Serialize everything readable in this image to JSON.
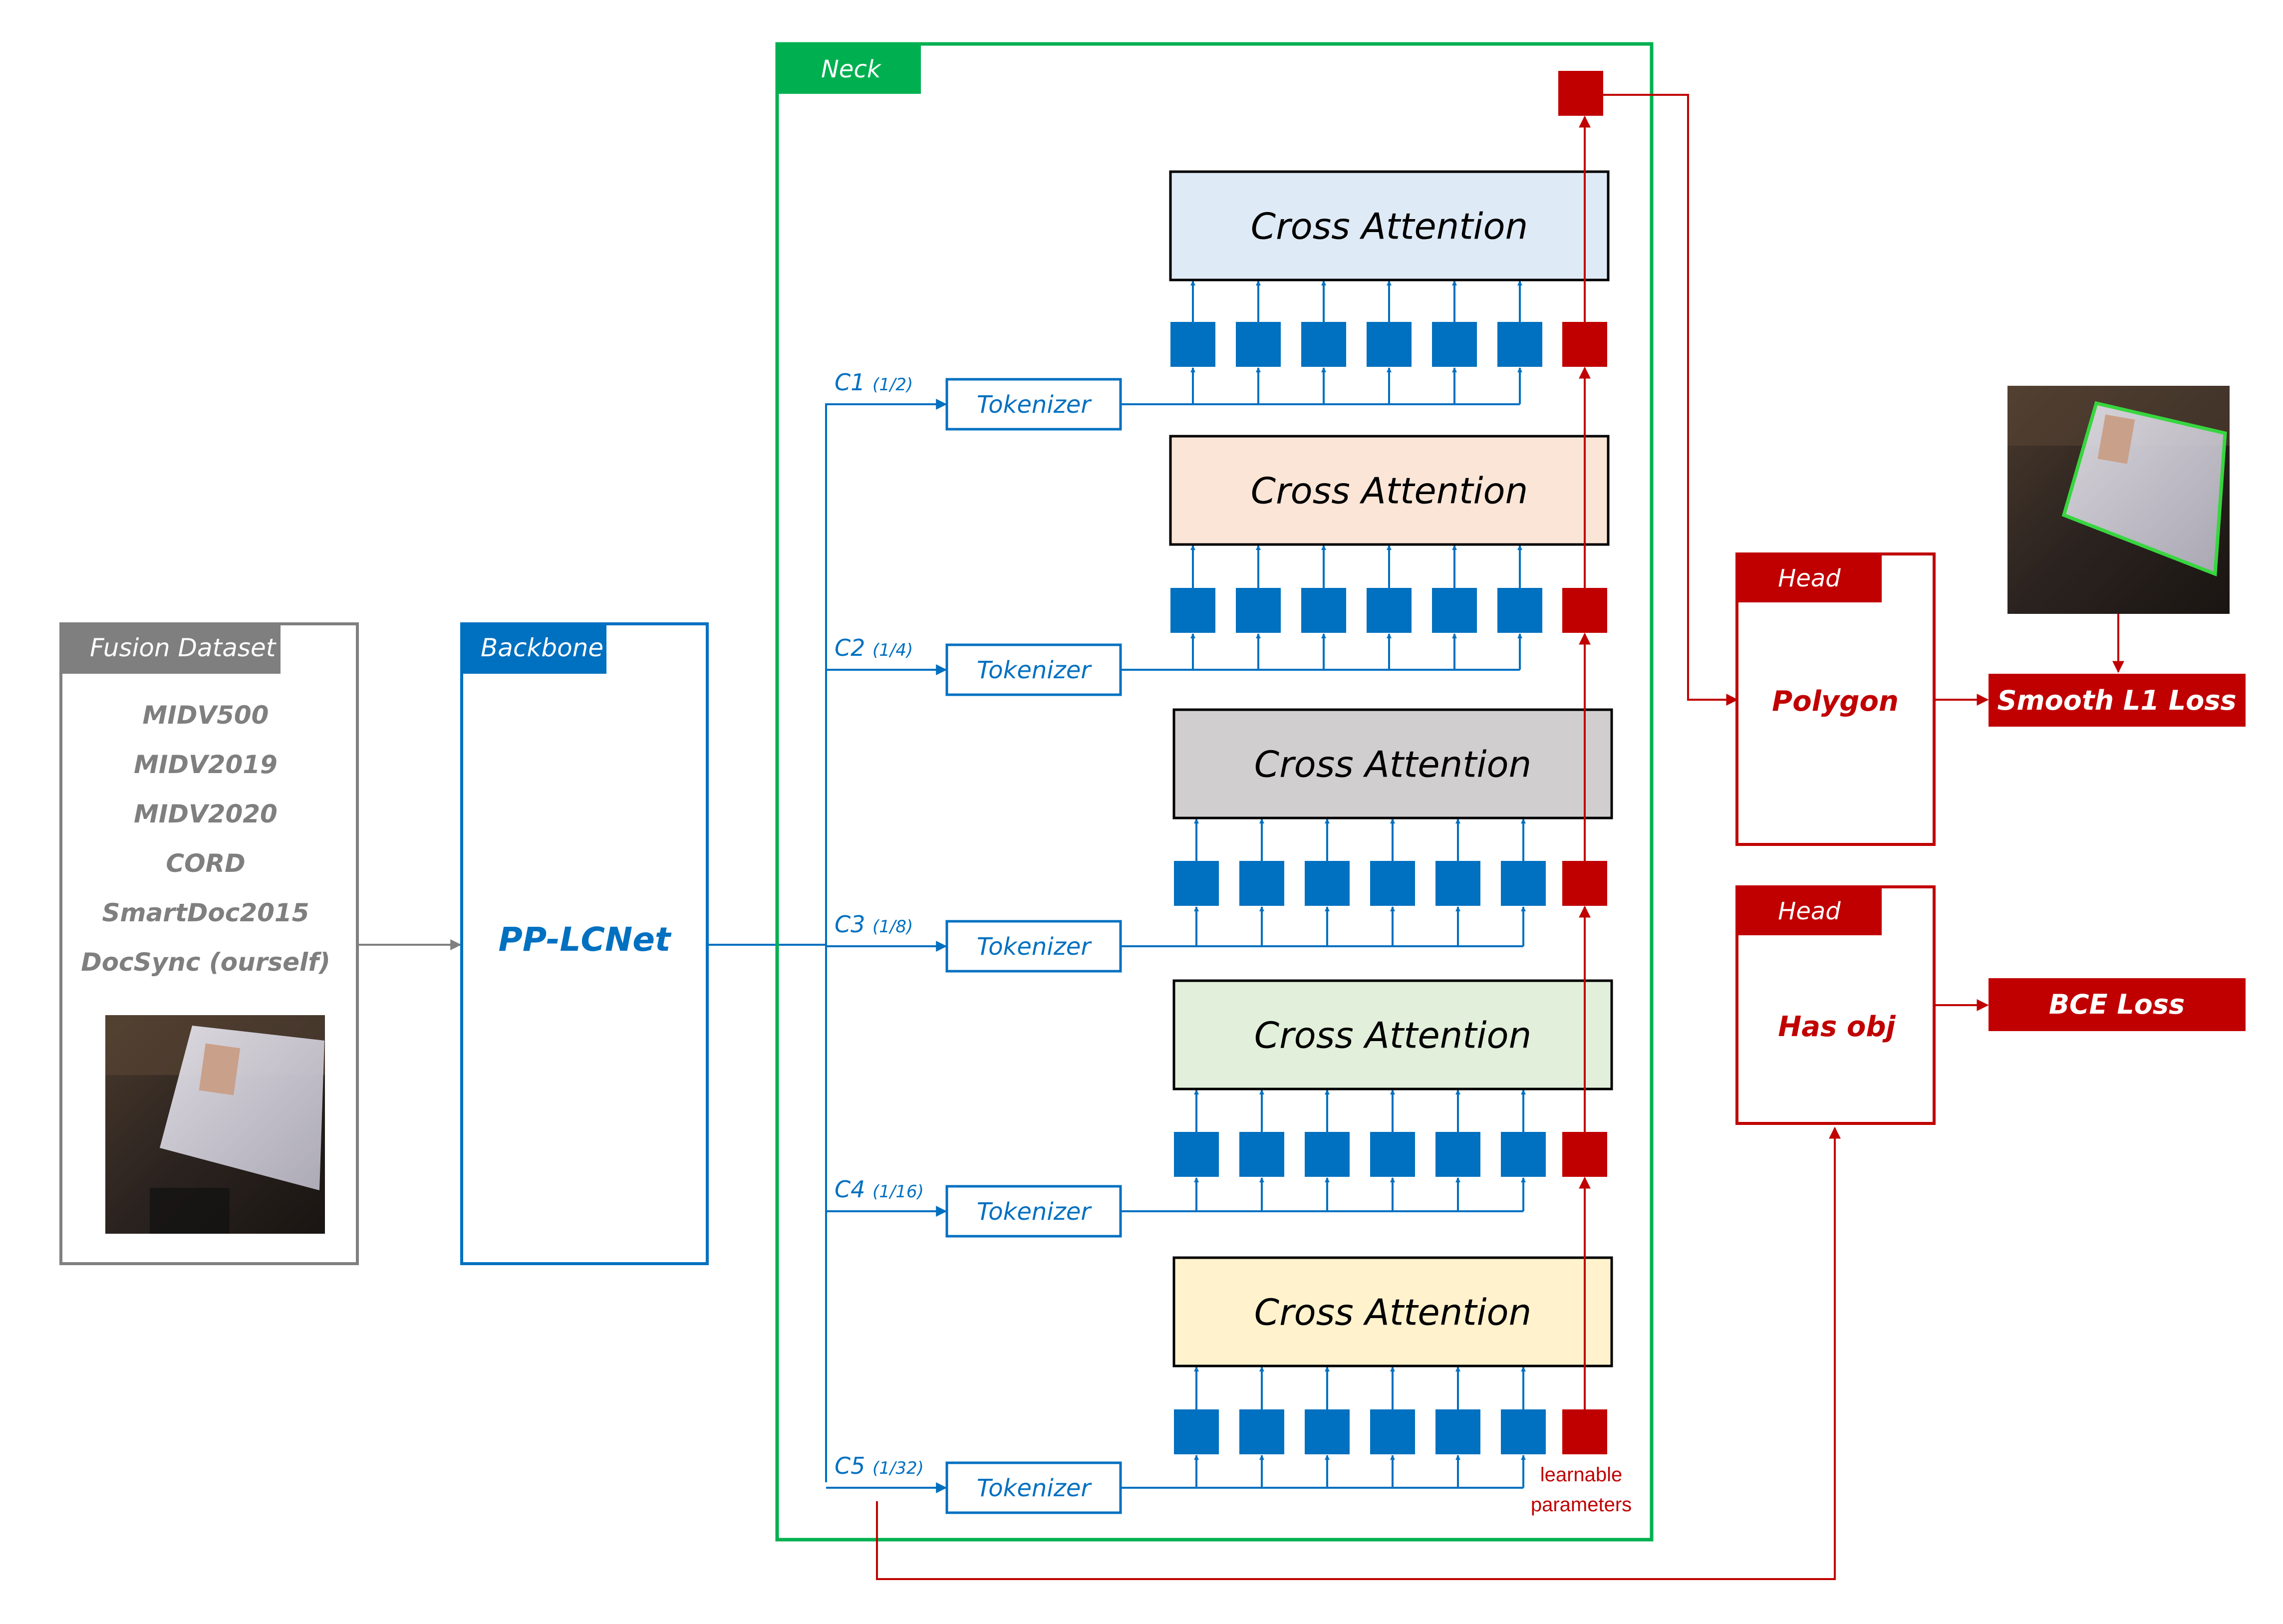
{
  "fusion_dataset": {
    "title": "Fusion Dataset",
    "datasets": [
      "MIDV500",
      "MIDV2019",
      "MIDV2020",
      "CORD",
      "SmartDoc2015",
      "DocSync (ourself)"
    ]
  },
  "backbone": {
    "title": "Backbone",
    "name": "PP-LCNet"
  },
  "neck": {
    "title": "Neck",
    "levels": [
      {
        "name": "C1",
        "scale": "(1/2)"
      },
      {
        "name": "C2",
        "scale": "(1/4)"
      },
      {
        "name": "C3",
        "scale": "(1/8)"
      },
      {
        "name": "C4",
        "scale": "(1/16)"
      },
      {
        "name": "C5",
        "scale": "(1/32)"
      }
    ],
    "tokenizer_label": "Tokenizer",
    "attention_label": "Cross Attention",
    "learnable_line1": "learnable",
    "learnable_line2": "parameters"
  },
  "heads": [
    {
      "title": "Head",
      "name": "Polygon",
      "loss": "Smooth L1 Loss"
    },
    {
      "title": "Head",
      "name": "Has obj",
      "loss": "BCE Loss"
    }
  ],
  "colors": {
    "blue": "#0070C0",
    "red": "#C00000",
    "green": "#00B050",
    "gray": "#7F7F7F",
    "attention_fills": [
      "#DEEAF6",
      "#FBE5D6",
      "#D0CECE",
      "#E2EFDA",
      "#FFF2CC"
    ]
  }
}
